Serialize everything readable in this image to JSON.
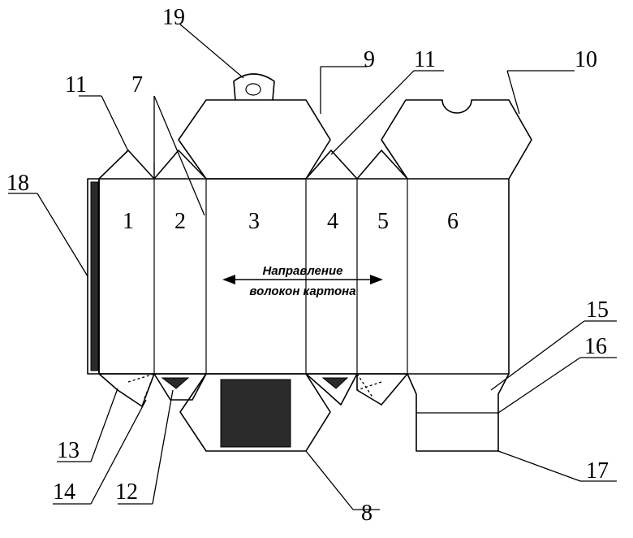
{
  "panels": [
    "1",
    "2",
    "3",
    "4",
    "5",
    "6"
  ],
  "grain_text": {
    "line1": "Направление",
    "line2": "волокон картона"
  },
  "callouts": {
    "c7": "7",
    "c8": "8",
    "c9": "9",
    "c10": "10",
    "c11a": "11",
    "c11b": "11",
    "c12": "12",
    "c13": "13",
    "c14": "14",
    "c15": "15",
    "c16": "16",
    "c17": "17",
    "c18": "18",
    "c19": "19"
  }
}
